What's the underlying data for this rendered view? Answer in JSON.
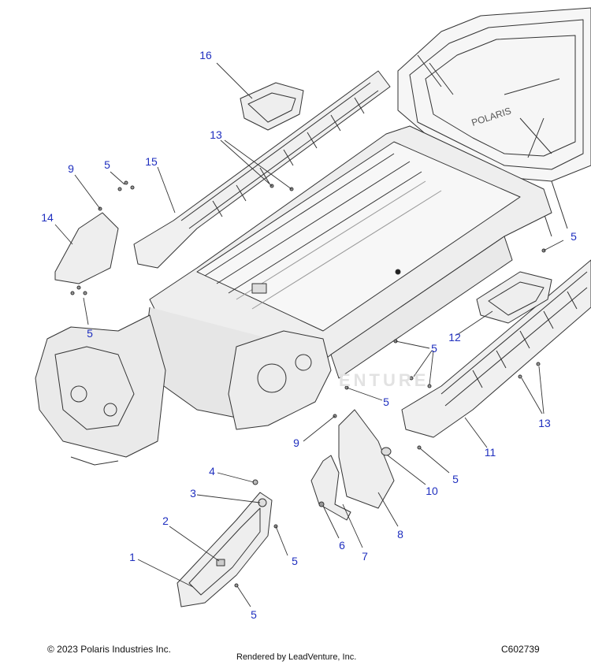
{
  "footer": {
    "copyright": "© 2023 Polaris Industries Inc.",
    "rendered_by": "Rendered by LeadVenture, Inc.",
    "diagram_code": "C602739"
  },
  "watermark": "ENTURE",
  "colors": {
    "callout_text": "#1f2fbf",
    "line_art": "#333333",
    "part_fill": "#f1f1f1"
  },
  "callouts": [
    {
      "id": "c16",
      "label": "16"
    },
    {
      "id": "c13a",
      "label": "13"
    },
    {
      "id": "c9a",
      "label": "9"
    },
    {
      "id": "c5a",
      "label": "5"
    },
    {
      "id": "c15",
      "label": "15"
    },
    {
      "id": "c14",
      "label": "14"
    },
    {
      "id": "c5b",
      "label": "5"
    },
    {
      "id": "c5c",
      "label": "5"
    },
    {
      "id": "c12",
      "label": "12"
    },
    {
      "id": "c5d",
      "label": "5"
    },
    {
      "id": "c5e",
      "label": "5"
    },
    {
      "id": "c9b",
      "label": "9"
    },
    {
      "id": "c13b",
      "label": "13"
    },
    {
      "id": "c11",
      "label": "11"
    },
    {
      "id": "c5f",
      "label": "5"
    },
    {
      "id": "c10",
      "label": "10"
    },
    {
      "id": "c4",
      "label": "4"
    },
    {
      "id": "c3",
      "label": "3"
    },
    {
      "id": "c2",
      "label": "2"
    },
    {
      "id": "c1",
      "label": "1"
    },
    {
      "id": "c6",
      "label": "6"
    },
    {
      "id": "c7",
      "label": "7"
    },
    {
      "id": "c8",
      "label": "8"
    },
    {
      "id": "c5g",
      "label": "5"
    },
    {
      "id": "c5h",
      "label": "5"
    }
  ]
}
